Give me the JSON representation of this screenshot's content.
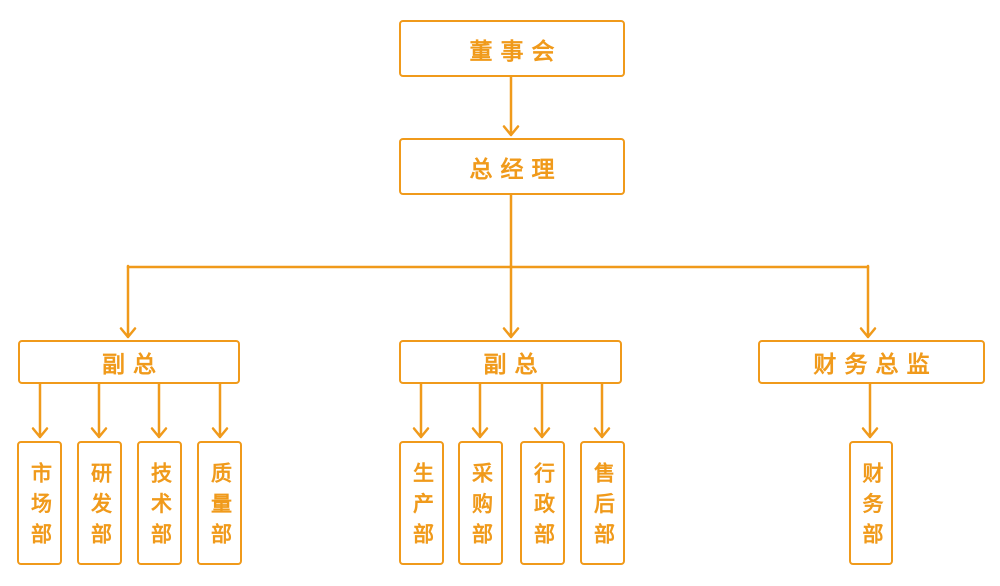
{
  "accent_color": "#F09A1B",
  "org": {
    "root": {
      "label": "董事会"
    },
    "manager": {
      "label": "总经理"
    },
    "branches": [
      {
        "label": "副总",
        "children": [
          {
            "label": "市场部"
          },
          {
            "label": "研发部"
          },
          {
            "label": "技术部"
          },
          {
            "label": "质量部"
          }
        ]
      },
      {
        "label": "副总",
        "children": [
          {
            "label": "生产部"
          },
          {
            "label": "采购部"
          },
          {
            "label": "行政部"
          },
          {
            "label": "售后部"
          }
        ]
      },
      {
        "label": "财务总监",
        "children": [
          {
            "label": "财务部"
          }
        ]
      }
    ]
  }
}
